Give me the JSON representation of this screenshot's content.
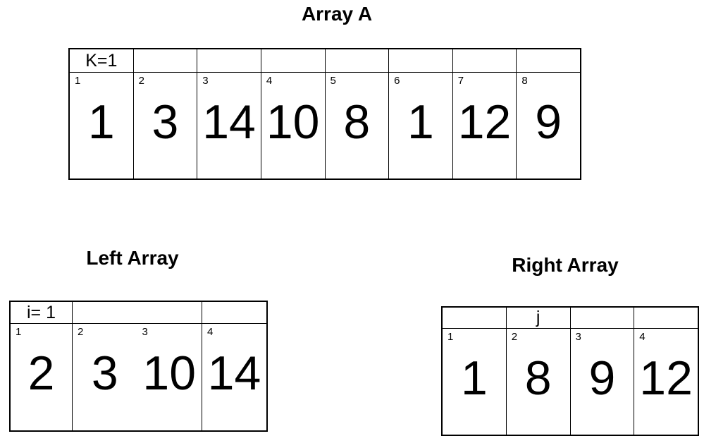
{
  "colors": {
    "background": "#ffffff",
    "border": "#000000",
    "text": "#000000"
  },
  "array_a": {
    "title": "Array A",
    "header_label": "K=1",
    "cells": [
      {
        "index": "1",
        "value": "1"
      },
      {
        "index": "2",
        "value": "3"
      },
      {
        "index": "3",
        "value": "14"
      },
      {
        "index": "4",
        "value": "10"
      },
      {
        "index": "5",
        "value": "8"
      },
      {
        "index": "6",
        "value": "1"
      },
      {
        "index": "7",
        "value": "12"
      },
      {
        "index": "8",
        "value": "9"
      }
    ]
  },
  "left_array": {
    "title": "Left Array",
    "header_label": "i= 1",
    "cells": [
      {
        "index": "1",
        "value": "2"
      },
      {
        "index": "2",
        "value": "3"
      },
      {
        "index": "3",
        "value": "10"
      },
      {
        "index": "4",
        "value": "14"
      }
    ]
  },
  "right_array": {
    "title": "Right Array",
    "header_label": "j",
    "cells": [
      {
        "index": "1",
        "value": "1"
      },
      {
        "index": "2",
        "value": "8"
      },
      {
        "index": "3",
        "value": "9"
      },
      {
        "index": "4",
        "value": "12"
      }
    ]
  }
}
